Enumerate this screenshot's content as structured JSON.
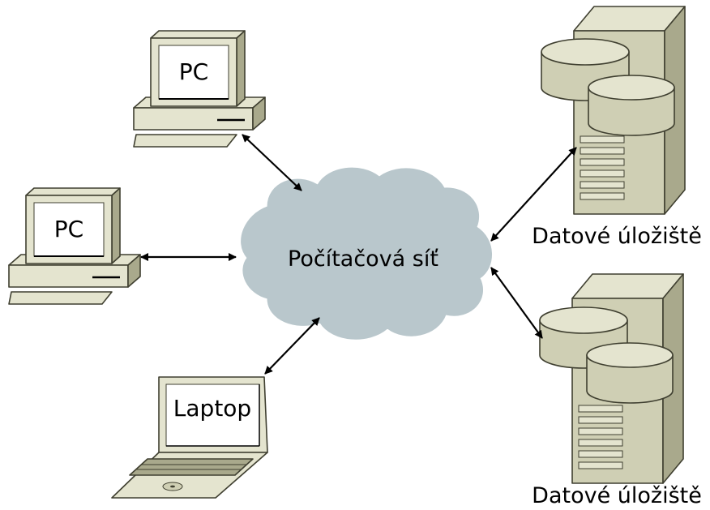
{
  "devices": {
    "pc_top": {
      "label": "PC"
    },
    "pc_left": {
      "label": "PC"
    },
    "laptop": {
      "label": "Laptop"
    },
    "storage_top": {
      "label": "Datové úložiště"
    },
    "storage_bottom": {
      "label": "Datové úložiště"
    }
  },
  "network": {
    "label": "Počítačová síť"
  },
  "colors": {
    "device_light": "#e4e4cf",
    "device_mid": "#cfcfb4",
    "device_dark": "#a9a98c",
    "cloud": "#b9c7cc",
    "screen": "#ffffff",
    "arrow": "#000000"
  }
}
